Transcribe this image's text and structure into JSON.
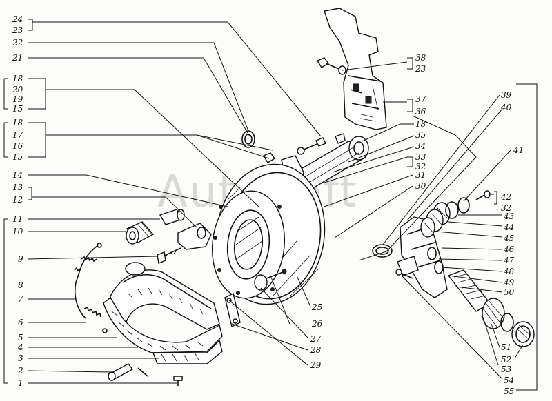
{
  "watermark": "AutoSoft",
  "callouts": {
    "left": [
      {
        "id": "c24",
        "text": "24"
      },
      {
        "id": "c23a",
        "text": "23"
      },
      {
        "id": "c22",
        "text": "22"
      },
      {
        "id": "c21",
        "text": "21"
      },
      {
        "id": "c18a",
        "text": "18"
      },
      {
        "id": "c20",
        "text": "20"
      },
      {
        "id": "c19",
        "text": "19"
      },
      {
        "id": "c15a",
        "text": "15"
      },
      {
        "id": "c18b",
        "text": "18"
      },
      {
        "id": "c17",
        "text": "17"
      },
      {
        "id": "c16",
        "text": "16"
      },
      {
        "id": "c15b",
        "text": "15"
      },
      {
        "id": "c14",
        "text": "14"
      },
      {
        "id": "c13",
        "text": "13"
      },
      {
        "id": "c12",
        "text": "12"
      },
      {
        "id": "c11",
        "text": "11"
      },
      {
        "id": "c10",
        "text": "10"
      },
      {
        "id": "c9",
        "text": "9"
      },
      {
        "id": "c8",
        "text": "8"
      },
      {
        "id": "c7",
        "text": "7"
      },
      {
        "id": "c6",
        "text": "6"
      },
      {
        "id": "c5",
        "text": "5"
      },
      {
        "id": "c4",
        "text": "4"
      },
      {
        "id": "c3",
        "text": "3"
      },
      {
        "id": "c2",
        "text": "2"
      },
      {
        "id": "c1",
        "text": "1"
      }
    ],
    "right": [
      {
        "id": "c38",
        "text": "38"
      },
      {
        "id": "c23b",
        "text": "23"
      },
      {
        "id": "c37",
        "text": "37"
      },
      {
        "id": "c36",
        "text": "36"
      },
      {
        "id": "c39",
        "text": "39"
      },
      {
        "id": "c40",
        "text": "40"
      },
      {
        "id": "c18c",
        "text": "18"
      },
      {
        "id": "c35",
        "text": "35"
      },
      {
        "id": "c34",
        "text": "34"
      },
      {
        "id": "c33",
        "text": "33"
      },
      {
        "id": "c32a",
        "text": "32"
      },
      {
        "id": "c31",
        "text": "31"
      },
      {
        "id": "c30",
        "text": "30"
      },
      {
        "id": "c41",
        "text": "41"
      },
      {
        "id": "c42",
        "text": "42"
      },
      {
        "id": "c32b",
        "text": "32"
      },
      {
        "id": "c43",
        "text": "43"
      },
      {
        "id": "c44",
        "text": "44"
      },
      {
        "id": "c45",
        "text": "45"
      },
      {
        "id": "c46",
        "text": "46"
      },
      {
        "id": "c47",
        "text": "47"
      },
      {
        "id": "c48",
        "text": "48"
      },
      {
        "id": "c49",
        "text": "49"
      },
      {
        "id": "c50",
        "text": "50"
      },
      {
        "id": "c51",
        "text": "51"
      },
      {
        "id": "c52",
        "text": "52"
      },
      {
        "id": "c53",
        "text": "53"
      },
      {
        "id": "c54",
        "text": "54"
      },
      {
        "id": "c55",
        "text": "55"
      }
    ],
    "bottom": [
      {
        "id": "c25",
        "text": "25"
      },
      {
        "id": "c26",
        "text": "26"
      },
      {
        "id": "c27",
        "text": "27"
      },
      {
        "id": "c28",
        "text": "28"
      },
      {
        "id": "c29",
        "text": "29"
      }
    ]
  }
}
